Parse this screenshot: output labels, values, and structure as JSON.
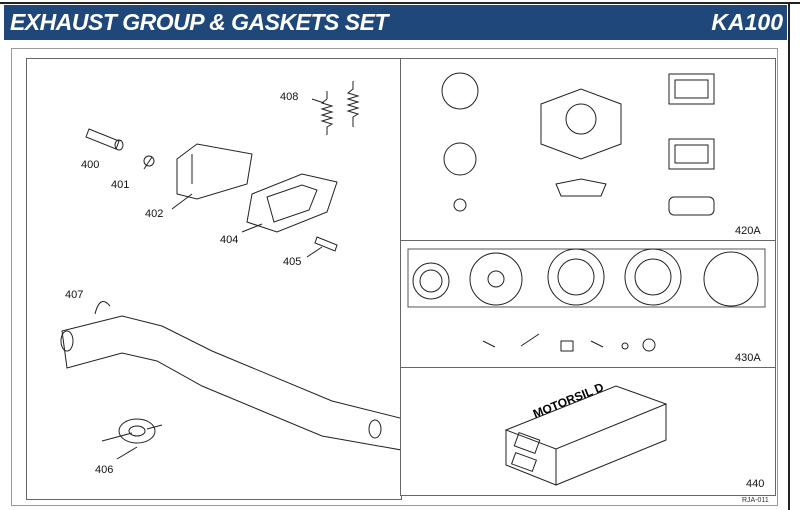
{
  "header": {
    "title": "EXHAUST GROUP & GASKETS SET",
    "model": "KA100"
  },
  "parts": {
    "p400": "400",
    "p401": "401",
    "p402": "402",
    "p404": "404",
    "p405": "405",
    "p406": "406",
    "p407": "407",
    "p408": "408",
    "p420A": "420A",
    "p430A": "430A",
    "p440": "440"
  },
  "box_label": "MOTORSIL D",
  "drawing_code": "RJA-011"
}
